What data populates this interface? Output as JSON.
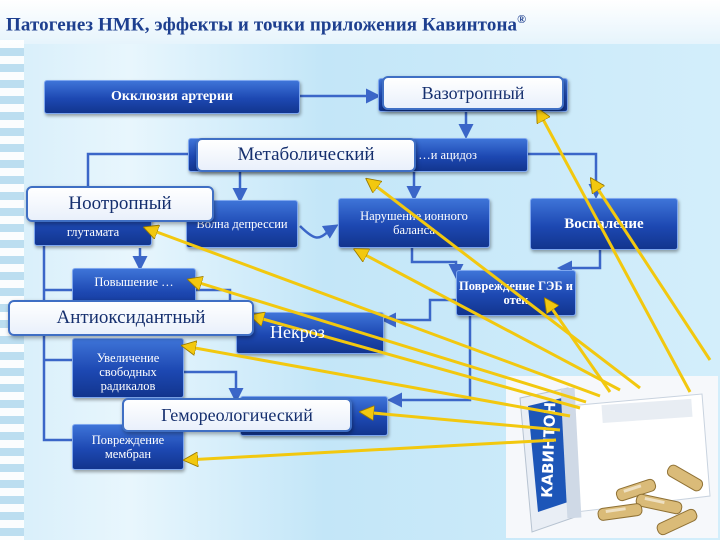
{
  "title": "Патогенез НМК, эффекты и точки приложения Кавинтона",
  "title_mark": "®",
  "nodes": {
    "occlusion": "Окклюзия артерии",
    "hypo_hidden": "…и ацидоз",
    "glutamate": "глутамата",
    "wave": "Волна депрессии",
    "ion": "Нарушение ионного баланса",
    "inflammation": "Воспаление",
    "increase": "Повышение …",
    "bbb": "Повреждение ГЭБ и отек",
    "necrosis": "Некроз",
    "radicals": "Увеличение свободных радикалов",
    "membrane": "Повреждение мембран"
  },
  "effects": {
    "vasotropic": "Вазотропный",
    "metabolic": "Метаболический",
    "nootropic": "Ноотропный",
    "antioxidant": "Антиоксидантный",
    "hemorheological": "Гемореологический"
  },
  "product": {
    "brand": "КАВИНТОН"
  },
  "colors": {
    "box": "#1d48b2",
    "arrow": "#f2c80f",
    "connector": "#3b66c8",
    "title": "#1d3f8f"
  }
}
